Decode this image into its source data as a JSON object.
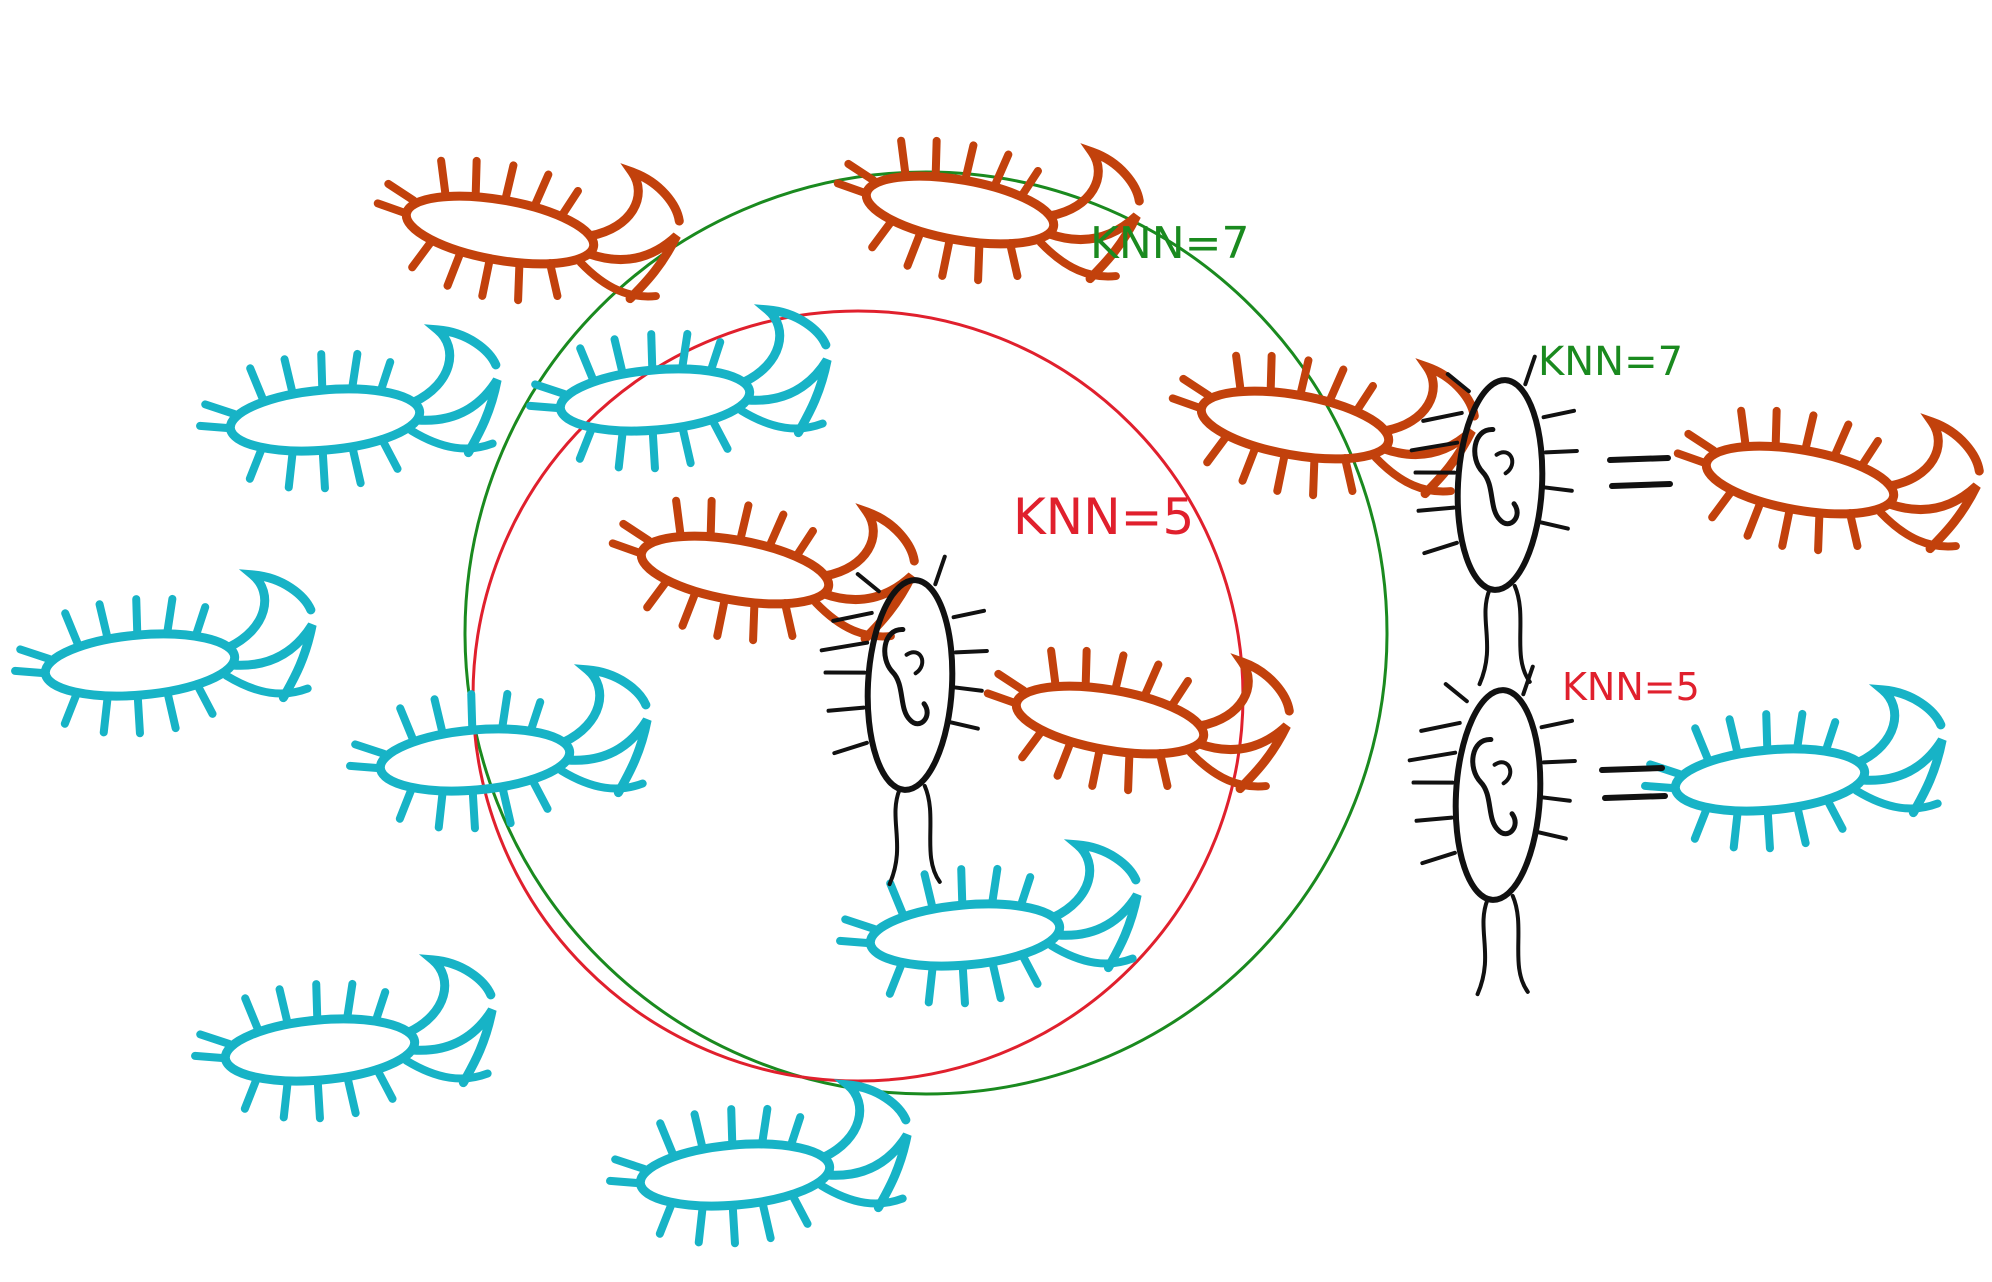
{
  "colors": {
    "class_a": "#c2410c",
    "class_b": "#17b3c6",
    "unknown": "#111111",
    "outer_circle": "#1a8a1f",
    "inner_circle": "#e0202d"
  },
  "labels": {
    "outer_circle": "KNN=7",
    "inner_circle": "KNN=5",
    "result_top": "KNN=7",
    "result_bottom": "KNN=5"
  },
  "icons": {
    "class_a": "orange-bacterium-icon",
    "class_b": "cyan-bacterium-icon",
    "unknown": "unknown-bacterium-icon"
  }
}
